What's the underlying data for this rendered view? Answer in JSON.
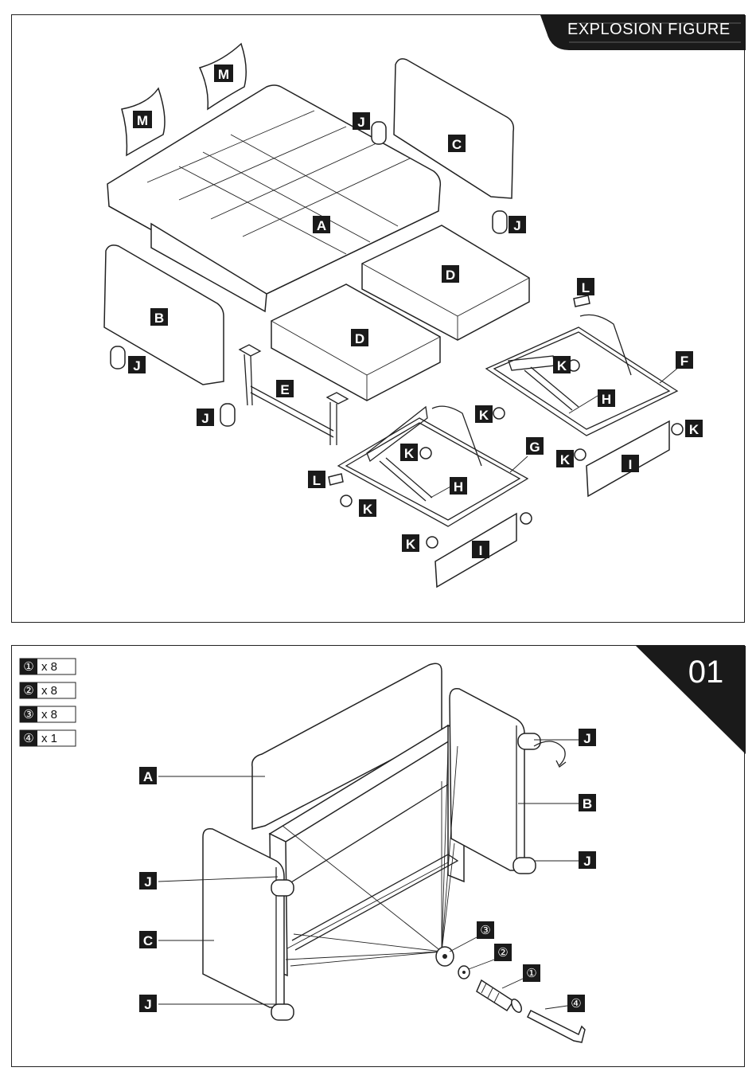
{
  "header": {
    "title": "EXPLOSION FIGURE"
  },
  "step": {
    "number": "01"
  },
  "explosion_labels": {
    "A": "A",
    "B": "B",
    "C": "C",
    "D": "D",
    "E": "E",
    "F": "F",
    "G": "G",
    "H": "H",
    "I": "I",
    "J": "J",
    "K": "K",
    "L": "L",
    "M": "M"
  },
  "hardware": [
    {
      "symbol": "①",
      "qty": "x 8"
    },
    {
      "symbol": "②",
      "qty": "x 8"
    },
    {
      "symbol": "③",
      "qty": "x 8"
    },
    {
      "symbol": "④",
      "qty": "x 1"
    }
  ],
  "step_labels": {
    "A": "A",
    "B": "B",
    "C": "C",
    "J": "J"
  },
  "colors": {
    "ink": "#222222",
    "label_bg": "#1a1a1a",
    "paper": "#ffffff"
  }
}
